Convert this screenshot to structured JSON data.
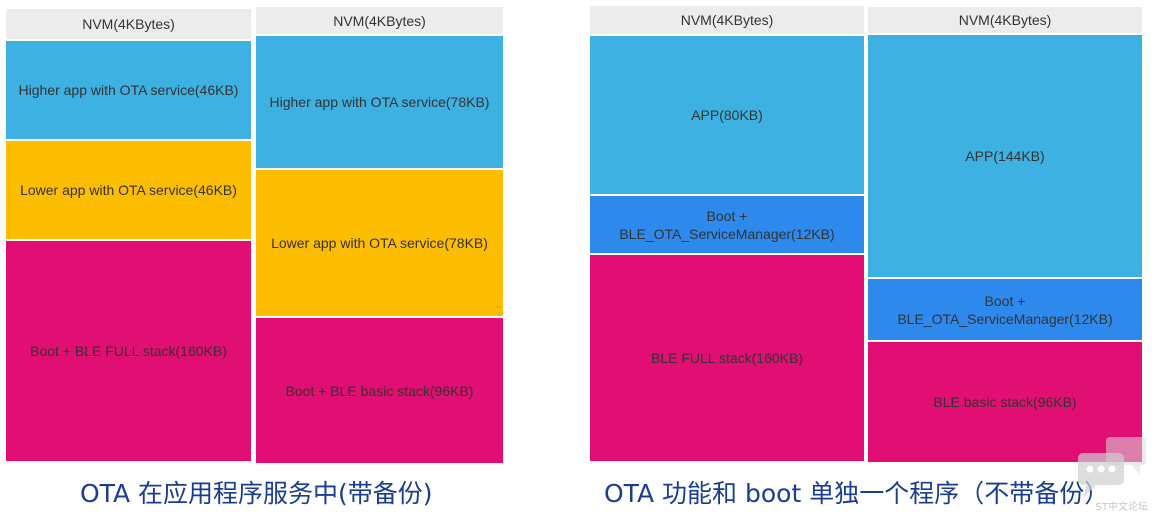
{
  "colors": {
    "nvm": "#ececec",
    "blue": "#3eb1e3",
    "deep_blue": "#2e89ec",
    "yellow": "#fdbd00",
    "magenta": "#e10e73",
    "caption": "#1b3d8f"
  },
  "diagram1": {
    "caption": "OTA 在应用程序服务中(带备份)",
    "col_a": {
      "nvm": "NVM(4KBytes)",
      "higher_app": "Higher app with OTA service(46KB)",
      "lower_app": "Lower app with OTA service(46KB)",
      "boot_stack": "Boot + BLE FULL stack(160KB)"
    },
    "col_b": {
      "nvm": "NVM(4KBytes)",
      "higher_app": "Higher app with OTA service(78KB)",
      "lower_app": "Lower app with OTA service(78KB)",
      "boot_stack": "Boot + BLE basic stack(96KB)"
    }
  },
  "diagram2": {
    "caption": "OTA 功能和 boot 单独一个程序（不带备份）",
    "col_a": {
      "nvm": "NVM(4KBytes)",
      "app": "APP(80KB)",
      "boot_ota": "Boot +\nBLE_OTA_ServiceManager(12KB)",
      "stack": "BLE FULL stack(160KB)"
    },
    "col_b": {
      "nvm": "NVM(4KBytes)",
      "app": "APP(144KB)",
      "boot_ota": "Boot +\nBLE_OTA_ServiceManager(12KB)",
      "stack": "BLE basic stack(96KB)"
    }
  },
  "watermark": {
    "icon": "chat-bubble-icon",
    "text": "ST中文论坛"
  }
}
